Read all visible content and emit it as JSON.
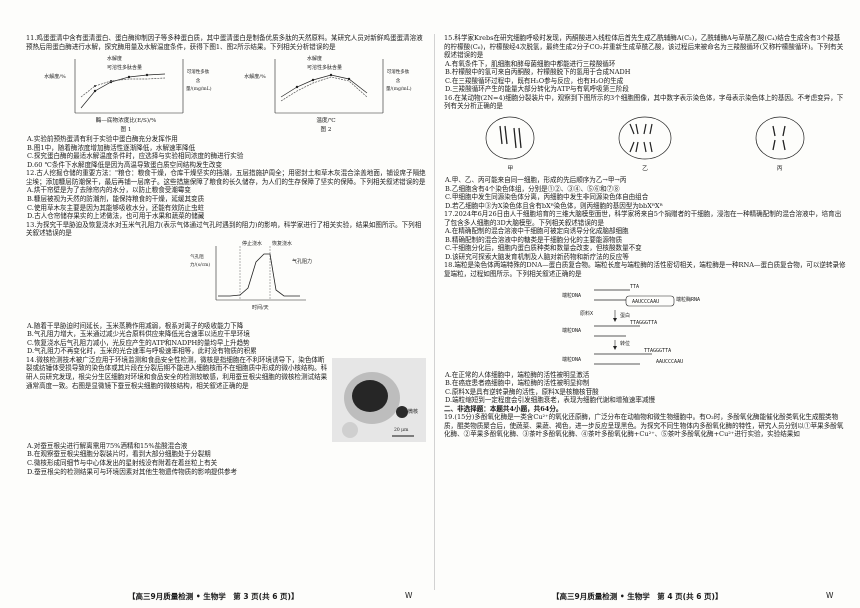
{
  "left": {
    "q11": {
      "stem": "11.鸡蛋蛋清中含有蛋清蛋白、蛋白酶抑制因子等多种蛋白质，其中蛋清蛋白是制备优质多肽的天然原料。某研究人员对新鲜鸡蛋蛋清溶液预热后用蛋白酶进行水解，探究酶用量及水解温度条件，获得下图1、图2所示结果。下列相关分析错误的是",
      "fig1": {
        "y_label": "水解度/%",
        "y2_label": "可溶性多肽含量/(mg/mL)",
        "x_label": "酶—底物浓度比(E/S)/%",
        "legend": [
          "水解度",
          "可溶性多肽含量"
        ],
        "caption": "图 1"
      },
      "fig2": {
        "y_label": "水解度/%",
        "y2_label": "可溶性多肽含量/(mg/mL)",
        "x_label": "温度/℃",
        "legend": [
          "水解度",
          "可溶性多肽含量"
        ],
        "caption": "图 2"
      },
      "options": [
        "A.实验前预热蛋清有利于实验中蛋白酶充分发挥作用",
        "B.图1中，随着酶浓度增加酶活性逐渐降低，水解速率降低",
        "C.探究蛋白酶的最适水解温度条件时，应选择与实验相同浓度的酶进行实验",
        "D.60 ℃条件下水解度降低是因为高温导致蛋白质空间结构发生改变"
      ]
    },
    "q12": {
      "stem": "12.古人挖掘仓储的重要方法：\"粮仓：粮食干燥，仓库干燥坚实的挡潮，五层措施护周全；用密封土和草木灰混合涂盖地面，铺设席子隔绝尘埃；添加糠层防潮保干，最后再铺一层席子。这些措施保障了粮食的长久储存，为人们的生存保障了坚实的保障。下列相关叙述错误的是",
      "options": [
        "A.烘干帘壁是为了去除帘内的水分，以防止粮食受潮霉变",
        "B.糠层被视为天然的防潮剂，能保持粮食的干燥，延缓其变质",
        "C.使用草木灰主要是因为其能够吸收水分，还能有效防止虫蛀",
        "D.古人仓帘储存果实的上述做法，也可用于水果和蔬菜的储藏"
      ]
    },
    "q13": {
      "stem": "13.为探究干旱胁迫及恢复浇水对玉米气孔阻力(表示气体通过气孔时遇到的阻力)的影响，科学家进行了相关实验，结果如图所示。下列相关叙述错误的是",
      "chart": {
        "y_label": "气孔阻力/(s/cm)",
        "x_label": "时间/天",
        "legend": "气孔阻力",
        "stop_label": "停止浇水",
        "resume_label": "恢复浇水"
      },
      "options": [
        "A.随着干旱胁迫时间延长，玉米蒸腾作用减弱，根系对离子的吸收能力下降",
        "B.气孔阻力增大，玉米通过减少光合原料供应来降低光合速率以适应干旱环境",
        "C.恢复浇水后气孔阻力减小，光反应产生的ATP和NADPH的量均早上升趋势",
        "D.气孔阻力不再变化时，玉米的光合速率与呼吸速率相等，此时没有物质的积累"
      ]
    },
    "q14": {
      "stem": "14.微核检测技术被广泛应用于环境监测和食品安全性检测，微核是指细胞在不利环境诱导下，染色体断裂或纺锤体受损导致的染色体或其片段在分裂后期不能进入细胞核而不在细胞质中形成的微小核结构。科研人员研究发现，根尖分生区细胞对环境和食品安全的检测较敏感，利用蚕豆根尖细胞的微核检测试结果通常高度一致。右图是显微镜下蚕豆根尖细胞的微核结构，相关叙述正确的是",
      "micro_label": "微核",
      "scale": "20 μm",
      "options": [
        "A.对蚕豆根尖进行解离需用75%酒精和15%盐酸混合液",
        "B.在观察蚕豆根尖细胞分裂装片时，看到大部分细胞处于分裂期",
        "C.微核形成同细节与中心体发出的星射线没有附着在着丝粒上有关",
        "D.蚕豆根尖的检测结果可与环境因素对其他生物遗传物质的影响提供参考"
      ]
    },
    "footer": "【高三9月质量检测 • 生物学　第 3 页(共 6 页)】",
    "footer_w": "W"
  },
  "right": {
    "q15": {
      "stem": "15.科学家Krebs在研究细胞呼吸时发现，丙酮酸进入线粒体后首先生成乙酰辅酶A(C₂)，乙酰辅酶A与草酰乙酸(C₄)结合生成含有3个羧基的柠檬酸(C₆)，柠檬酸经4次脱氢，最终生成2分子CO₂并重新生成草酰乙酸，该过程后来被命名为三羧酸循环(又称柠檬酸循环)。下列有关叙述错误的是",
      "options": [
        "A.有氧条件下，肌细胞和酵母菌细胞中都能进行三羧酸循环",
        "B.柠檬酸中的氢可来自丙酮酸，柠檬酸脱下的氢用于合成NADH",
        "C.在三羧酸循环过程中，既有H₂O参与反应，也有H₂O的生成",
        "D.三羧酸循环产生的能量大部分转化为ATP与有氧呼吸第三阶段"
      ]
    },
    "q16": {
      "stem": "16.在某动物(2N=4)细胞分裂装片中，观察到下图所示的3个细胞图像，其中数字表示染色体，字母表示染色体上的基因。不考虑变异，下列有关分析正确的是",
      "labels": [
        "甲",
        "乙",
        "丙"
      ],
      "options": [
        "A.甲、乙、丙可能来自同一细胞，形成的先后顺序为乙→甲→丙",
        "B.乙细胞含有4个染色体组，分别是①②、③④、⑤⑥和⑦⑧",
        "C.甲细胞中发生同源染色体分离，丙细胞中发生非同源染色体自由组合",
        "D.若乙细胞中③为X染色体且含有bXᴮ染色体，则丙细胞的基因型为bbXᴮXᴮ"
      ]
    },
    "q17": {
      "stem": "17.2024年6月26日由人干细胞培育的三维大脑模型面世，科学家将来自5个捐赠者的干细胞，浸泡在一种精确配制的混合溶液中，培育出了包含多人细胞的3D大脑模型。下列相关叙述错误的是",
      "options": [
        "A.在精确配制的混合溶液中干细胞可被定向诱导分化成脑部细胞",
        "B.精确配制的混合溶液中的糖类是干细胞分化的主要能源物质",
        "C.干细胞分化后，细胞内蛋白质种类和数量会改变，但核酸数量不变",
        "D.该研究可探索大脑发育机制及人脑对新药物和新疗法的反应等"
      ]
    },
    "q18": {
      "stem": "18.端粒是染色体两端特殊的DNA—蛋白质复合物。端粒长度与端粒酶的活性密切相关，端粒酶是一种RNA—蛋白质复合物，可以逆转录修复端粒，过程如图所示。下列相关叙述正确的是",
      "diagram": {
        "telomere_dna": "端粒DNA",
        "telomerase_rna": "端粒酶RNA",
        "protein": "蛋白",
        "raw_x": "原料X",
        "transposition": "转位",
        "extension": "延伸",
        "seq_top": "TTA",
        "seq_rna": "AAUCCCAAU",
        "seq_dna1": "TTAGGGTTA",
        "seq_dna2": "TTAGGGTTA"
      },
      "options": [
        "A.在正常的人体细胞中，端粒酶的活性被明显激活",
        "B.在癌症患者癌细胞中，端粒酶的活性被明显抑制",
        "C.原料X是具有逆转录酶的活性，原料X是核糖核苷酸",
        "D.端粒缩短到一定程度会引发细胞衰老，表现为细胞代谢和增殖速率减慢"
      ]
    },
    "section": "二、非选择题：本题共4小题，共64分。",
    "q19": {
      "stem": "19.(15分)多酚氧化酶是一类含Cu²⁺的氧化还原酶，广泛分布在动植物和微生物细胞中。有O₂时，多酚氧化酶能催化酚类氧化生成醌类物质，醌类物质聚合后，使蔬菜、果蔬、褐色，进一步反应呈现黑色。为探究不同生物体内多酚氧化酶的特性，研究人员分别以①苹果多酚氧化酶、②苹果多酚氧化酶、③茶叶多酚氧化酶、④茶叶多酚氧化酶+Cu²⁺、⑤茶叶多酚氧化酶+Cu²⁺进行实验，实验结果如"
    },
    "footer": "【高三9月质量检测 • 生物学　第 4 页(共 6 页)】",
    "footer_w": "W"
  }
}
